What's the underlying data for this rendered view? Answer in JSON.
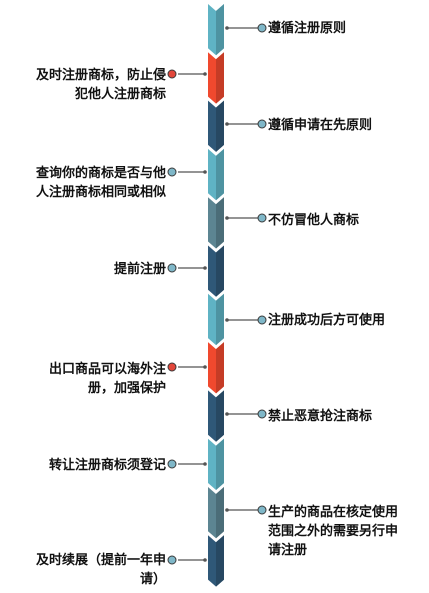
{
  "colors": {
    "teal": "#5fb3c4",
    "red": "#f0492e",
    "navy": "#2f5878",
    "slate": "#5c8592",
    "connector": "#555555",
    "dot_teal": "#7fb7c8",
    "dot_red": "#e2463a"
  },
  "spine": [
    {
      "color": "teal"
    },
    {
      "color": "red"
    },
    {
      "color": "navy"
    },
    {
      "color": "teal"
    },
    {
      "color": "slate"
    },
    {
      "color": "navy"
    },
    {
      "color": "teal"
    },
    {
      "color": "red"
    },
    {
      "color": "navy"
    },
    {
      "color": "teal"
    },
    {
      "color": "slate"
    },
    {
      "color": "navy"
    }
  ],
  "items": [
    {
      "side": "right",
      "text": "遵循注册原则",
      "dot": "dot_teal"
    },
    {
      "side": "left",
      "text": "及时注册商标，防止侵\n犯他人注册商标",
      "dot": "dot_red"
    },
    {
      "side": "right",
      "text": "遵循申请在先原则",
      "dot": "dot_teal"
    },
    {
      "side": "left",
      "text": "查询你的商标是否与他\n人注册商标相同或相似",
      "dot": "dot_teal"
    },
    {
      "side": "right",
      "text": "不仿冒他人商标",
      "dot": "dot_teal"
    },
    {
      "side": "left",
      "text": "提前注册",
      "dot": "dot_teal"
    },
    {
      "side": "right",
      "text": "注册成功后方可使用",
      "dot": "dot_teal"
    },
    {
      "side": "left",
      "text": "出口商品可以海外注\n册，加强保护",
      "dot": "dot_red"
    },
    {
      "side": "right",
      "text": "禁止恶意抢注商标",
      "dot": "dot_teal"
    },
    {
      "side": "left",
      "text": "转让注册商标须登记",
      "dot": "dot_teal"
    },
    {
      "side": "right",
      "text": "生产的商品在核定使用\n范围之外的需要另行申\n请注册",
      "dot": "dot_teal"
    },
    {
      "side": "left",
      "text": "及时续展（提前一年申\n请）",
      "dot": "dot_teal"
    }
  ]
}
